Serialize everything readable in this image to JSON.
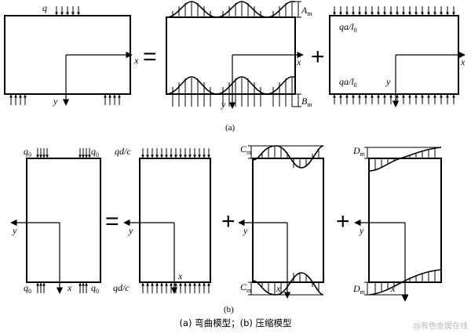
{
  "labels": {
    "q": "q",
    "x": "x",
    "y": "y",
    "A": "A",
    "m": "m",
    "B": "B",
    "C": "C",
    "D": "D",
    "qa_l0": "qa/l",
    "l0_sub": "0",
    "q0": "q",
    "zero": "0",
    "qd_c": "qd/c"
  },
  "symbols": {
    "equals": "=",
    "plus": "+"
  },
  "captions": {
    "a": "(a)",
    "b": "(b)",
    "main": "(a)  弯曲模型；(b)  压缩模型"
  },
  "watermark": "@有色金属在线",
  "icons": [
    "arrow-icon"
  ]
}
